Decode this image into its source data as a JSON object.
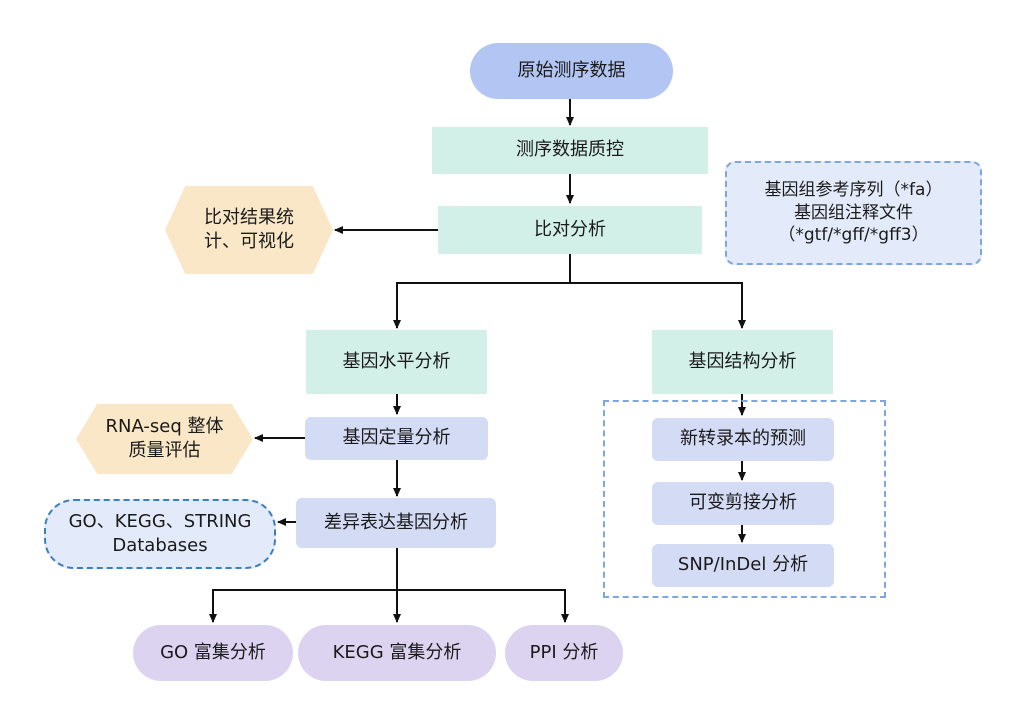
{
  "raw_data": "原始测序数据",
  "qc": "测序数据质控",
  "align": "比对分析",
  "align_stats": [
    "比对结果统",
    "计、可视化"
  ],
  "reference": [
    "基因组参考序列（*fa）",
    "基因组注释文件",
    "（*gtf/*gff/*gff3）"
  ],
  "gene_level": "基因水平分析",
  "gene_structure": "基因结构分析",
  "quant": "基因定量分析",
  "rnaseq_quality": [
    "RNA-seq 整体",
    "质量评估"
  ],
  "databases": [
    "GO、KEGG、STRING",
    "Databases"
  ],
  "deg": "差异表达基因分析",
  "new_transcript": "新转录本的预测",
  "splicing": "可变剪接分析",
  "snp": "SNP/InDel 分析",
  "go": "GO 富集分析",
  "kegg": "KEGG 富集分析",
  "ppi": "PPI 分析",
  "colors": {
    "teal": "#d3f0e8",
    "lavender": "#d4dcf5",
    "purple": "#dcd3f1",
    "peach": "#fae7c8",
    "top_pill": "#b3c5f2",
    "dashed_border": "#7ea7e2",
    "db_border": "#3a7fc0"
  }
}
